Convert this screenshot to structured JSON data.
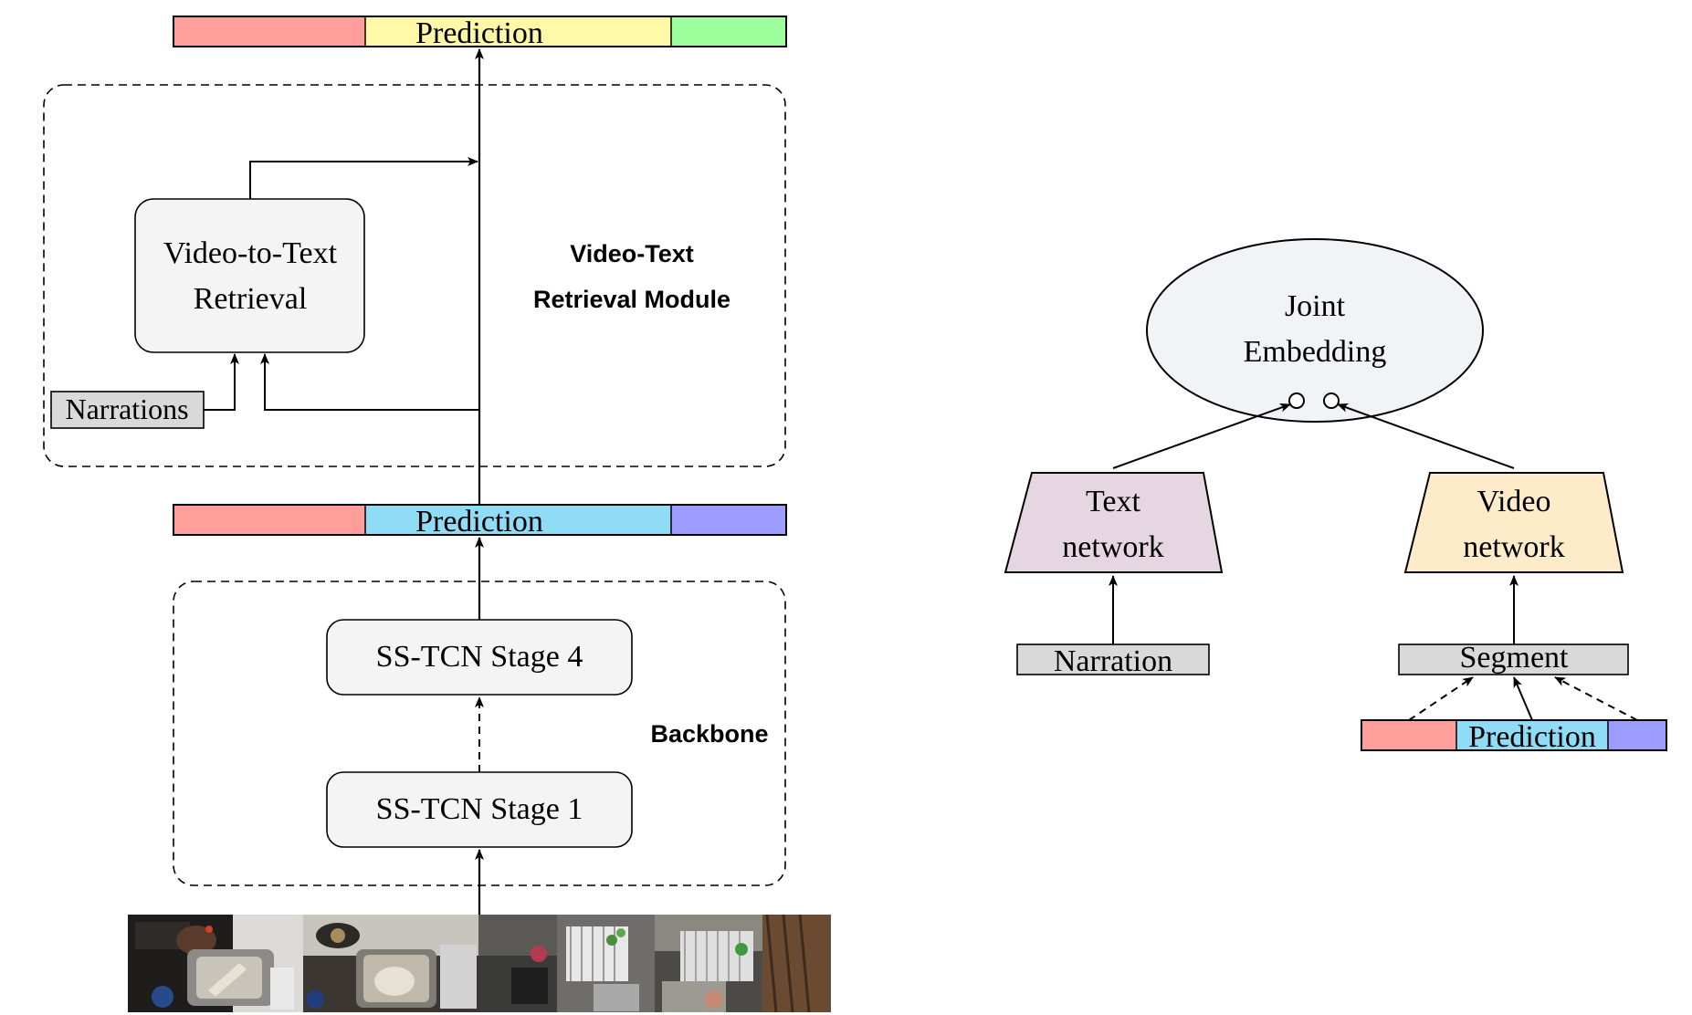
{
  "left": {
    "top_prediction": {
      "label": "Prediction",
      "colors": [
        "#ff9e9a",
        "#fff8a6",
        "#9cff9c"
      ]
    },
    "retrieval_module": {
      "label_line1": "Video-Text",
      "label_line2": "Retrieval  Module",
      "box_line1": "Video-to-Text",
      "box_line2": "Retrieval",
      "narrations": "Narrations"
    },
    "mid_prediction": {
      "label": "Prediction",
      "colors": [
        "#ff9e9a",
        "#90dcf7",
        "#9d9dff"
      ]
    },
    "backbone": {
      "label": "Backbone",
      "stage4": "SS-TCN Stage 4",
      "stage1": "SS-TCN Stage 1"
    },
    "video_frames": [
      "frame-1",
      "frame-2",
      "frame-3",
      "frame-4"
    ]
  },
  "right": {
    "joint_embedding_line1": "Joint",
    "joint_embedding_line2": "Embedding",
    "text_network_line1": "Text",
    "text_network_line2": "network",
    "video_network_line1": "Video",
    "video_network_line2": "network",
    "narration": "Narration",
    "segment": "Segment",
    "prediction": {
      "label": "Prediction",
      "colors": [
        "#ff9e9a",
        "#90dcf7",
        "#9d9dff"
      ]
    }
  },
  "colors": {
    "box_fill": "#f4f4f4",
    "gray_box": "#d9d9d9",
    "embedding_fill": "#f1f4f7",
    "text_network_fill": "#e6d6e2",
    "video_network_fill": "#fdebca"
  }
}
